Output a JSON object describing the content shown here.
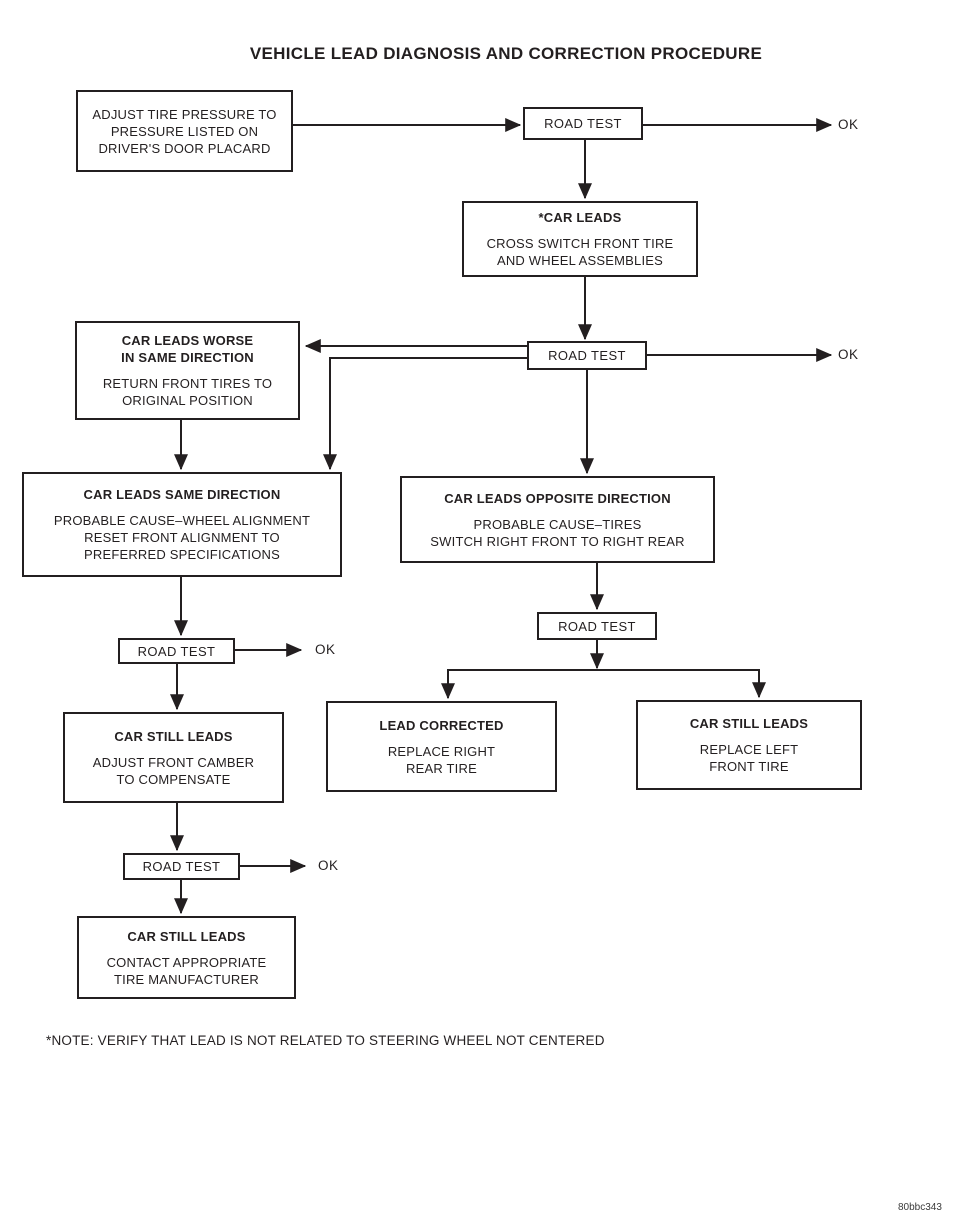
{
  "title": "VEHICLE LEAD DIAGNOSIS AND CORRECTION PROCEDURE",
  "labels": {
    "road_test": "ROAD TEST",
    "ok": "OK"
  },
  "boxes": {
    "adjust_pressure": {
      "line1": "ADJUST TIRE PRESSURE TO",
      "line2": "PRESSURE LISTED ON",
      "line3": "DRIVER'S DOOR PLACARD"
    },
    "car_leads": {
      "title": "*CAR LEADS",
      "line1": "CROSS SWITCH FRONT TIRE",
      "line2": "AND WHEEL ASSEMBLIES"
    },
    "leads_worse": {
      "title1": "CAR LEADS WORSE",
      "title2": "IN SAME DIRECTION",
      "line1": "RETURN FRONT TIRES TO",
      "line2": "ORIGINAL POSITION"
    },
    "leads_same": {
      "title": "CAR LEADS SAME DIRECTION",
      "line1": "PROBABLE CAUSE–WHEEL ALIGNMENT",
      "line2": "RESET FRONT ALIGNMENT TO",
      "line3": "PREFERRED SPECIFICATIONS"
    },
    "leads_opposite": {
      "title": "CAR LEADS OPPOSITE DIRECTION",
      "line1": "PROBABLE CAUSE–TIRES",
      "line2": "SWITCH RIGHT FRONT TO RIGHT REAR"
    },
    "lead_corrected": {
      "title": "LEAD CORRECTED",
      "line1": "REPLACE RIGHT",
      "line2": "REAR TIRE"
    },
    "still_leads_left_front": {
      "title": "CAR STILL LEADS",
      "line1": "REPLACE LEFT",
      "line2": "FRONT TIRE"
    },
    "still_leads_camber": {
      "title": "CAR STILL LEADS",
      "line1": "ADJUST FRONT CAMBER",
      "line2": "TO COMPENSATE"
    },
    "still_leads_manufacturer": {
      "title": "CAR STILL LEADS",
      "line1": "CONTACT APPROPRIATE",
      "line2": "TIRE MANUFACTURER"
    }
  },
  "footnote": "*NOTE: VERIFY THAT LEAD IS NOT RELATED TO STEERING WHEEL NOT CENTERED",
  "figure_code": "80bbc343",
  "colors": {
    "ink": "#231f20",
    "background": "#ffffff"
  }
}
